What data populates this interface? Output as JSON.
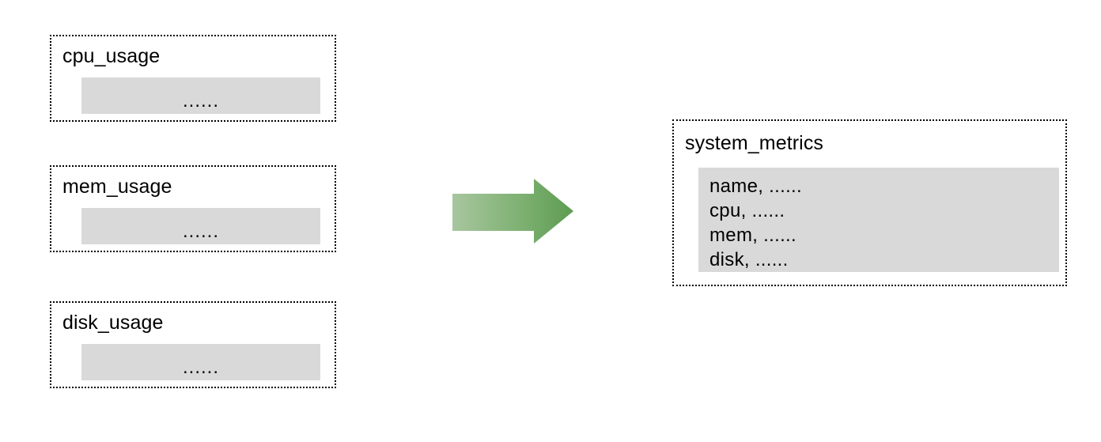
{
  "diagram": {
    "type": "data-consolidation-flow",
    "colors": {
      "background": "#ffffff",
      "box_border": "#000000",
      "table_body_fill": "#d9d9d9",
      "arrow_gradient_start": "#a8c69f",
      "arrow_gradient_end": "#5d9c52",
      "text": "#000000"
    },
    "source_tables": [
      {
        "name": "cpu-usage-table",
        "title": "cpu_usage",
        "body_text": "......"
      },
      {
        "name": "mem-usage-table",
        "title": "mem_usage",
        "body_text": "......"
      },
      {
        "name": "disk-usage-table",
        "title": "disk_usage",
        "body_text": "......"
      }
    ],
    "arrow": {
      "name": "flow-arrow-right",
      "direction": "right",
      "label": ""
    },
    "target_table": {
      "name": "system-metrics-table",
      "title": "system_metrics",
      "fields": [
        "name, ......",
        "cpu, ......",
        "mem, ......",
        "disk, ......"
      ]
    }
  }
}
